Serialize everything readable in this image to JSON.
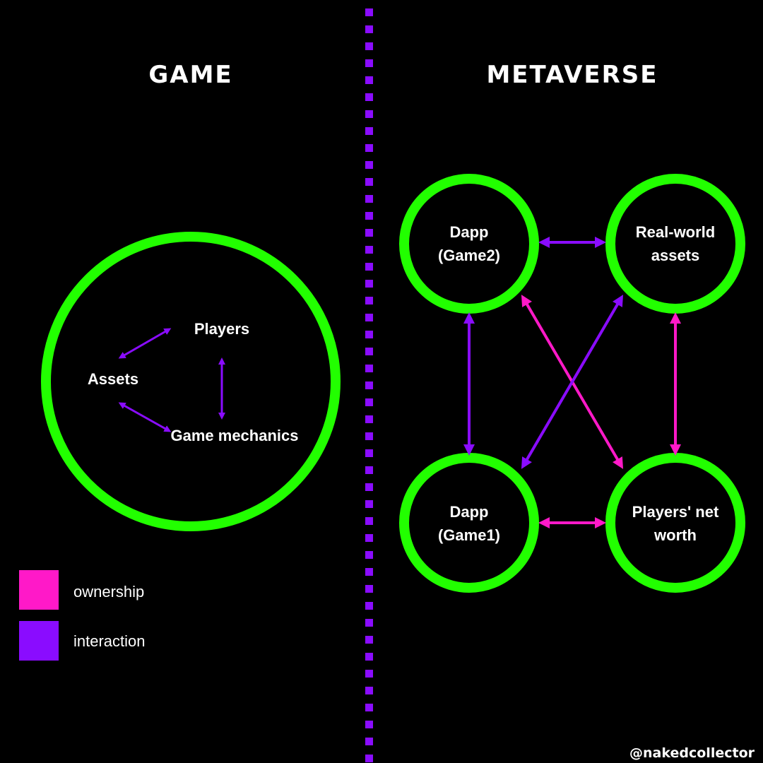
{
  "colors": {
    "background": "#000000",
    "circle": "#22ff00",
    "ownership": "#ff19c8",
    "interaction": "#8a0cff",
    "divider": "#8a0cff",
    "text": "#ffffff"
  },
  "headings": {
    "game": "GAME",
    "metaverse": "METAVERSE"
  },
  "game": {
    "nodes": {
      "players": "Players",
      "assets": "Assets",
      "game_mechanics": "Game mechanics"
    },
    "edges": [
      {
        "from": "assets",
        "to": "players",
        "relation": "interaction"
      },
      {
        "from": "players",
        "to": "game_mechanics",
        "relation": "interaction"
      },
      {
        "from": "assets",
        "to": "game_mechanics",
        "relation": "interaction"
      }
    ]
  },
  "metaverse": {
    "nodes": {
      "dapp_game2": {
        "line1": "Dapp",
        "line2": "(Game2)"
      },
      "real_world_assets": {
        "line1": "Real-world",
        "line2": "assets"
      },
      "dapp_game1": {
        "line1": "Dapp",
        "line2": "(Game1)"
      },
      "players_net_worth": {
        "line1": "Players' net",
        "line2": "worth"
      }
    },
    "edges": [
      {
        "from": "dapp_game2",
        "to": "real_world_assets",
        "relation": "interaction"
      },
      {
        "from": "dapp_game2",
        "to": "dapp_game1",
        "relation": "interaction"
      },
      {
        "from": "real_world_assets",
        "to": "players_net_worth",
        "relation": "ownership"
      },
      {
        "from": "dapp_game1",
        "to": "players_net_worth",
        "relation": "ownership"
      },
      {
        "from": "dapp_game2",
        "to": "players_net_worth",
        "relation": "ownership"
      },
      {
        "from": "real_world_assets",
        "to": "dapp_game1",
        "relation": "interaction"
      }
    ]
  },
  "legend": [
    {
      "label": "ownership",
      "relation": "ownership"
    },
    {
      "label": "interaction",
      "relation": "interaction"
    }
  ],
  "footer": {
    "handle": "@nakedcollector"
  }
}
